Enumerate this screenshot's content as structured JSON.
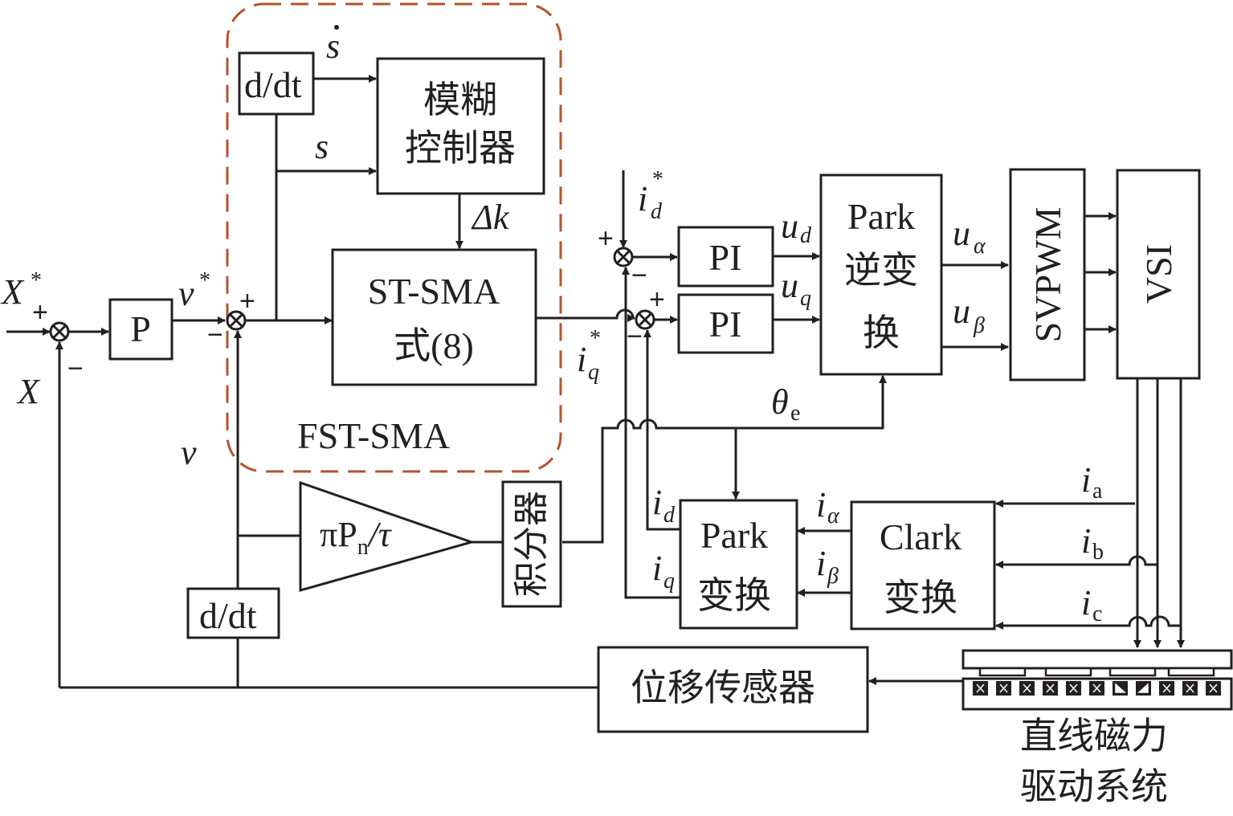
{
  "diagram": {
    "type": "control-block-diagram",
    "title": "",
    "region": {
      "label": "FST-SMA",
      "color": "#b5532a"
    },
    "blocks": {
      "p": "P",
      "ddt_top": "d/dt",
      "ddt_top_italic": "t",
      "fuzzy_line1": "模糊",
      "fuzzy_line2": "控制器",
      "stsma_line1": "ST-SMA",
      "stsma_line2": "式(8)",
      "pi_d": "PI",
      "pi_q": "PI",
      "inv_park_line1": "Park",
      "inv_park_line2": "逆变",
      "inv_park_line3": "换",
      "svpwm": "SVPWM",
      "vsi": "VSI",
      "gain": "πP",
      "gain_sub": "n",
      "gain_tail": "/τ",
      "integrator": "积分器",
      "ddt_bottom": "d/dt",
      "park_line1": "Park",
      "park_line2": "变换",
      "clark_line1": "Clark",
      "clark_line2": "变换",
      "sensor": "位移传感器",
      "plant_line1": "直线磁力",
      "plant_line2": "驱动系统"
    },
    "signals": {
      "x_ref": "X",
      "x_ref_sup": "*",
      "x_fb": "X",
      "v_ref": "v",
      "v_ref_sup": "*",
      "v_fb": "v",
      "s_dot": "s",
      "s": "s",
      "delta_k": "Δk",
      "id_ref": "i",
      "id_ref_sub": "d",
      "id_ref_sup": "*",
      "iq_ref": "i",
      "iq_ref_sub": "q",
      "iq_ref_sup": "*",
      "ud": "u",
      "ud_sub": "d",
      "uq": "u",
      "uq_sub": "q",
      "ualpha": "u",
      "ualpha_sub": "α",
      "ubeta": "u",
      "ubeta_sub": "β",
      "theta": "θ",
      "theta_sub": "e",
      "id": "i",
      "id_sub": "d",
      "iq": "i",
      "iq_sub": "q",
      "ialpha": "i",
      "ialpha_sub": "α",
      "ibeta": "i",
      "ibeta_sub": "β",
      "ia": "i",
      "ia_sub": "a",
      "ib": "i",
      "ib_sub": "b",
      "ic": "i",
      "ic_sub": "c"
    },
    "signs": {
      "plus": "+",
      "minus": "−"
    }
  }
}
